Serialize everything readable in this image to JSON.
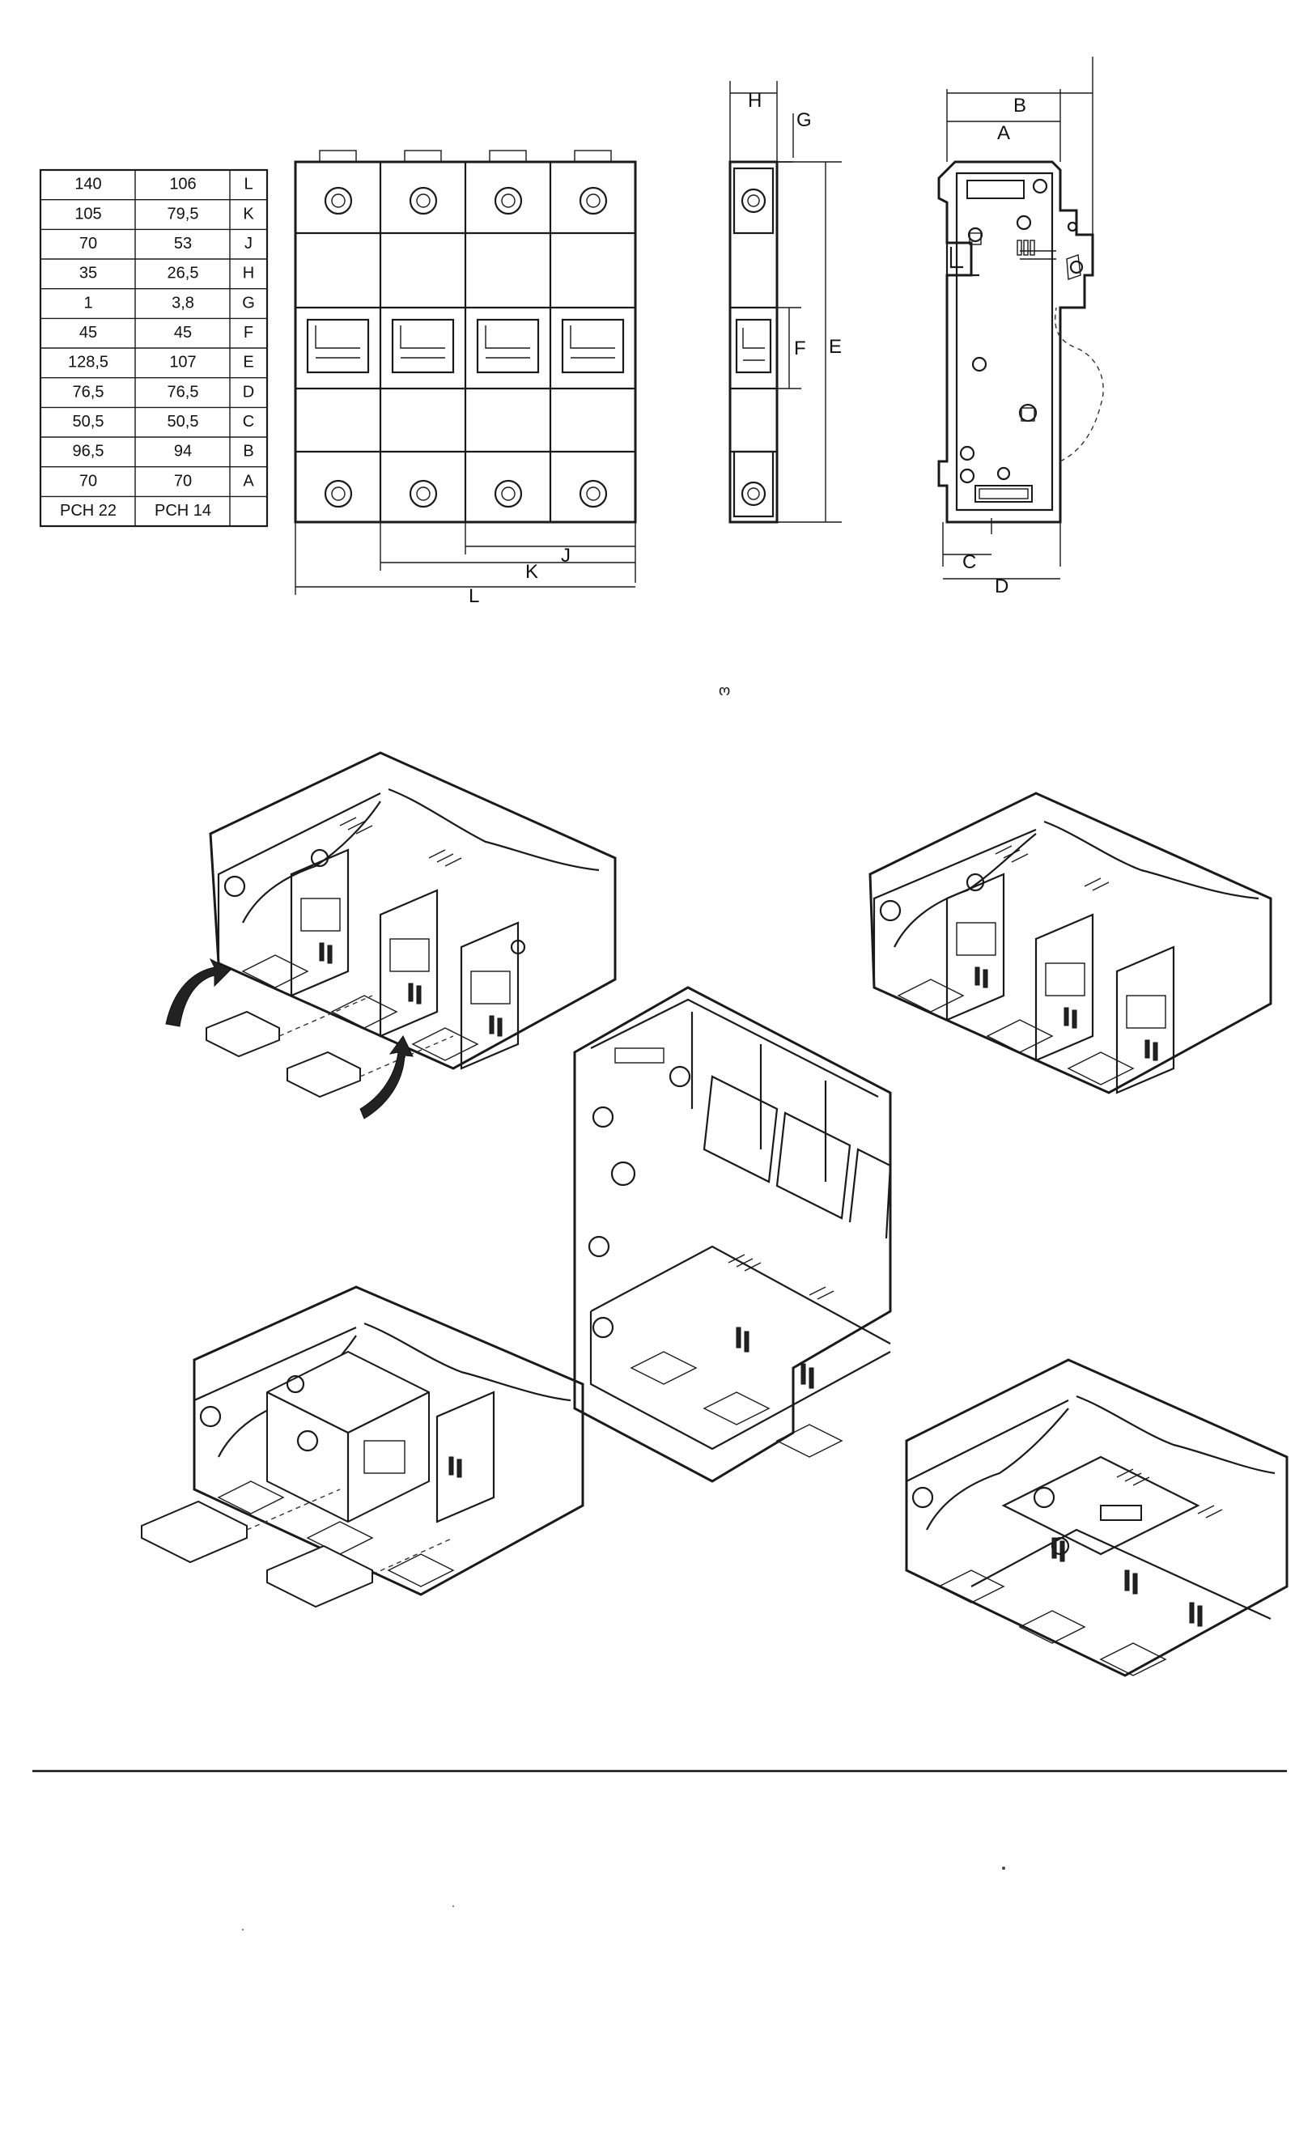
{
  "dimension_table": {
    "headers": [
      "",
      "PCH 14",
      "PCH 22"
    ],
    "rows": [
      {
        "dim": "A",
        "pch14": "70",
        "pch22": "70"
      },
      {
        "dim": "B",
        "pch14": "94",
        "pch22": "96,5"
      },
      {
        "dim": "C",
        "pch14": "50,5",
        "pch22": "50,5"
      },
      {
        "dim": "D",
        "pch14": "76,5",
        "pch22": "76,5"
      },
      {
        "dim": "E",
        "pch14": "107",
        "pch22": "128,5"
      },
      {
        "dim": "F",
        "pch14": "45",
        "pch22": "45"
      },
      {
        "dim": "G",
        "pch14": "3,8",
        "pch22": "1"
      },
      {
        "dim": "H",
        "pch14": "26,5",
        "pch22": "35"
      },
      {
        "dim": "J",
        "pch14": "53",
        "pch22": "70"
      },
      {
        "dim": "K",
        "pch14": "79,5",
        "pch22": "105"
      },
      {
        "dim": "L",
        "pch14": "106",
        "pch22": "140"
      }
    ]
  },
  "dimension_labels": {
    "front_view": {
      "J": "J",
      "K": "K",
      "L": "L"
    },
    "profile_view": {
      "E": "E",
      "F": "F",
      "G": "G",
      "H": "H"
    },
    "side_view": {
      "A": "A",
      "B": "B",
      "C": "C",
      "D": "D"
    }
  },
  "page_marker": "ω",
  "colors": {
    "ink": "#1a1a1a",
    "paper": "#ffffff"
  }
}
